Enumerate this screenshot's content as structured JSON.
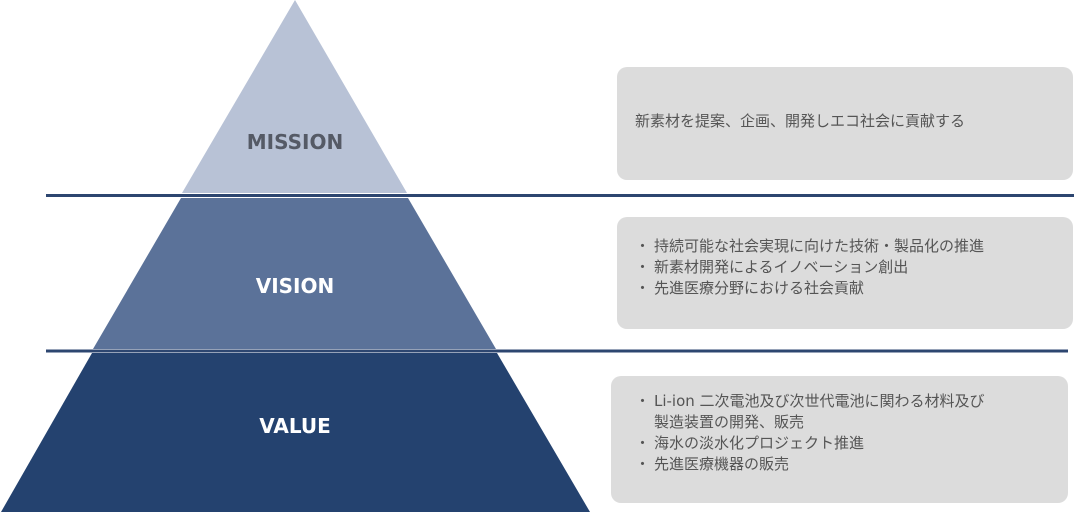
{
  "pyramid": {
    "tiers": [
      {
        "label": "MISSION",
        "fill": "#b8c2d6",
        "text_color": "#555a66"
      },
      {
        "label": "VISION",
        "fill": "#5b7299",
        "text_color": "#ffffff"
      },
      {
        "label": "VALUE",
        "fill": "#24426f",
        "text_color": "#ffffff"
      }
    ],
    "divider_color": "#2d4670"
  },
  "boxes": {
    "mission": {
      "text": "新素材を提案、企画、開発しエコ社会に貢献する"
    },
    "vision": {
      "items": [
        "持続可能な社会実現に向けた技術・製品化の推進",
        "新素材開発によるイノベーション創出",
        "先進医療分野における社会貢献"
      ]
    },
    "value": {
      "items": [
        {
          "line1": "Li-ion 二次電池及び次世代電池に関わる材料及び",
          "line2": "製造装置の開発、販売"
        },
        {
          "line1": "海水の淡水化プロジェクト推進"
        },
        {
          "line1": "先進医療機器の販売"
        }
      ]
    }
  }
}
